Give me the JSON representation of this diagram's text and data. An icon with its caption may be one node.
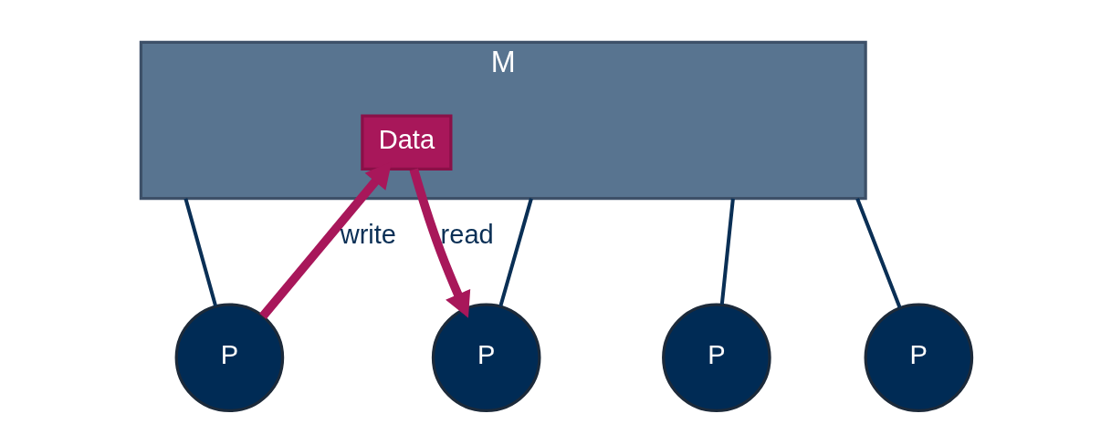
{
  "diagram": {
    "nodes": [
      {
        "text": [
          "M"
        ]
      },
      {
        "text": [
          "Data"
        ],
        "in": 0
      },
      {
        "text": [
          "P"
        ]
      },
      {
        "text": [
          "P"
        ]
      },
      {
        "text": [
          "P"
        ]
      },
      {
        "text": [
          "P"
        ]
      }
    ],
    "edges": [
      {
        "from": 0,
        "to": 2,
        "arrow": "none"
      },
      {
        "from": 0,
        "to": 3,
        "arrow": "none"
      },
      {
        "from": 0,
        "to": 4,
        "arrow": "none"
      },
      {
        "from": 0,
        "to": 5,
        "arrow": "none"
      },
      {
        "from": 2,
        "to": 1,
        "arrow": "to",
        "label": "write",
        "style": "thick",
        "color": "#a8175a"
      },
      {
        "from": 1,
        "to": 4,
        "arrow": "to",
        "label": "read",
        "style": "thick",
        "color": "#a8175a"
      }
    ]
  }
}
